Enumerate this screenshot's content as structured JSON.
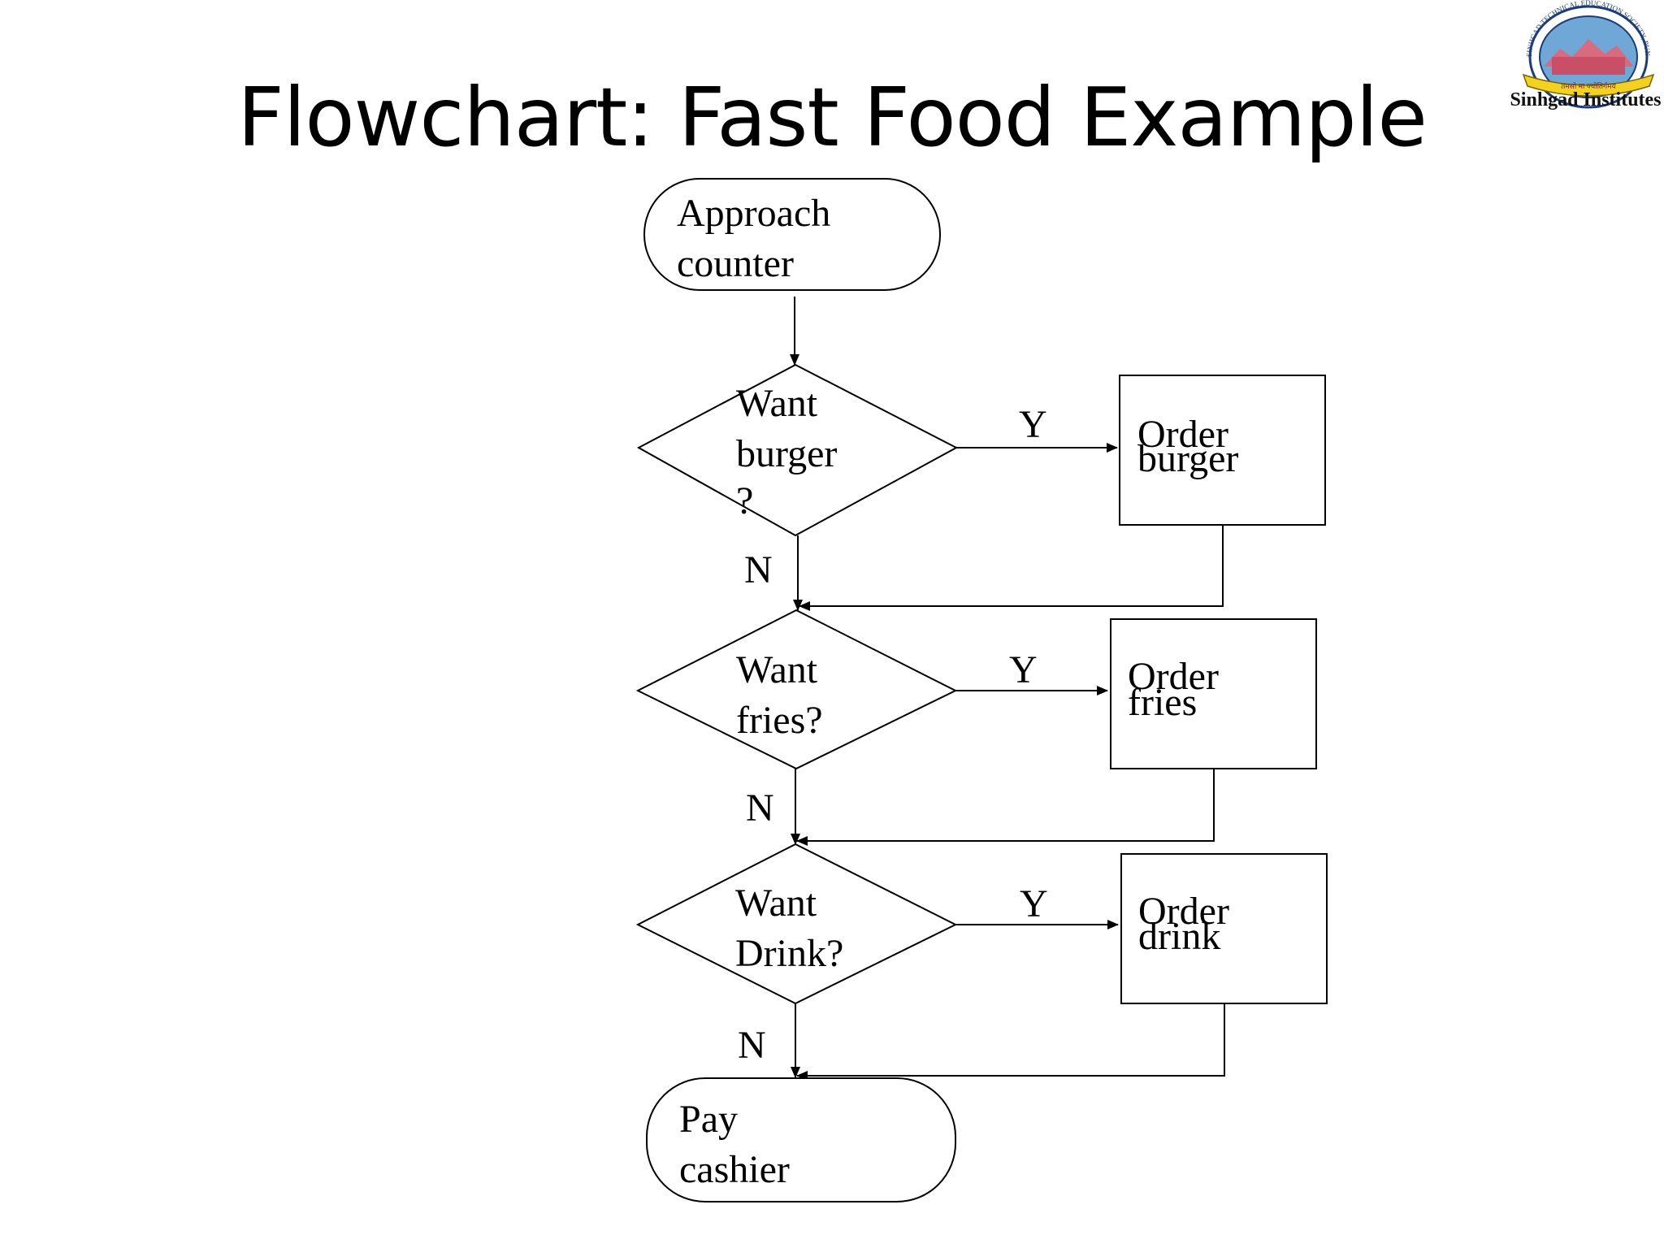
{
  "title": "Flowchart: Fast Food Example",
  "logo": {
    "name": "Sinhgad Institutes",
    "arc_text": "SINHGAD TECHNICAL EDUCATION SOCIETY, PUNE",
    "motto": "तमसो मा ज्योतिर्गमय"
  },
  "flowchart": {
    "start": [
      "Approach",
      "counter"
    ],
    "decision_burger": [
      "Want",
      "burger",
      "?"
    ],
    "action_burger": [
      "Order",
      "burger"
    ],
    "decision_fries": [
      "Want",
      "fries?"
    ],
    "action_fries": [
      "Order",
      "fries"
    ],
    "decision_drink": [
      "Want",
      "Drink?"
    ],
    "action_drink": [
      "Order",
      "drink"
    ],
    "end": [
      "Pay",
      "cashier"
    ],
    "yes_label": "Y",
    "no_label": "N"
  }
}
